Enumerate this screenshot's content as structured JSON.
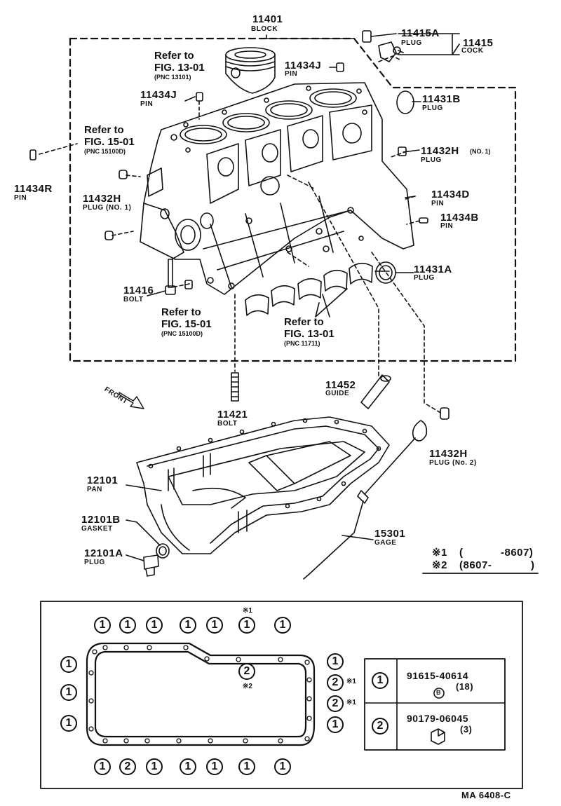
{
  "header": {
    "block_pn": "11401",
    "block_name": "BLOCK",
    "note_left_pn": "11434R",
    "note_left_name": "PIN"
  },
  "callouts": {
    "plug_11415a_pn": "11415A",
    "plug_11415a_name": "PLUG",
    "cock_pn": "11415",
    "cock_name": "COCK",
    "pin_11434j_top_pn": "11434J",
    "pin_11434j_top_name": "PIN",
    "pin_11434j_left_pn": "11434J",
    "pin_11434j_left_name": "PIN",
    "ref_piston_line1": "Refer to",
    "ref_piston_line2": "FIG. 13-01",
    "ref_piston_line3": "(PNC 13101)",
    "ref_block_line1": "Refer to",
    "ref_block_line2": "FIG. 15-01",
    "ref_block_line3": "(PNC 15100D)",
    "plug_11431b_pn": "11431B",
    "plug_11431b_name": "PLUG",
    "plug_11432h_right_pn": "11432H",
    "plug_11432h_right_note": "(NO. 1)",
    "plug_11432h_right_name": "PLUG",
    "plug_11432h_left_pn": "11432H",
    "plug_11432h_left_name": "PLUG (NO. 1)",
    "pin_11434d_pn": "11434D",
    "pin_11434d_name": "PIN",
    "pin_11434b_pn": "11434B",
    "pin_11434b_name": "PIN",
    "plug_11431a_pn": "11431A",
    "plug_11431a_name": "PLUG",
    "bolt_11416_pn": "11416",
    "bolt_11416_name": "BOLT",
    "ref_dowel_line1": "Refer to",
    "ref_dowel_line2": "FIG. 15-01",
    "ref_dowel_line3": "(PNC 15100D)",
    "ref_bearing_line1": "Refer to",
    "ref_bearing_line2": "FIG. 13-01",
    "ref_bearing_line3": "(PNC 11711)",
    "front_label": "FRONT",
    "guide_pn": "11452",
    "guide_name": "GUIDE",
    "bolt_11421_pn": "11421",
    "bolt_11421_name": "BOLT",
    "plug_11432h_no2_pn": "11432H",
    "plug_11432h_no2_name": "PLUG (No. 2)",
    "pan_pn": "12101",
    "pan_name": "PAN",
    "gasket_pn": "12101B",
    "gasket_name": "GASKET",
    "plug_12101a_pn": "12101A",
    "plug_12101a_name": "PLUG",
    "gage_pn": "15301",
    "gage_name": "GAGE"
  },
  "legend": {
    "mark1": "※1",
    "range1_open": "(",
    "range1_value": "-8607)",
    "mark2": "※2",
    "range2_value": "(8607-",
    "range2_close": ")"
  },
  "bolt_table": {
    "row1_symbol": "1",
    "row1_part": "91615-40614",
    "row1_qty": "(18)",
    "row1_head": "B",
    "row2_symbol": "2",
    "row2_part": "90179-06045",
    "row2_qty": "(3)"
  },
  "gasket_pattern": {
    "one": "1",
    "two": "2",
    "star1": "※1",
    "star2": "※2"
  },
  "footer": {
    "code": "MA 6408-C"
  }
}
